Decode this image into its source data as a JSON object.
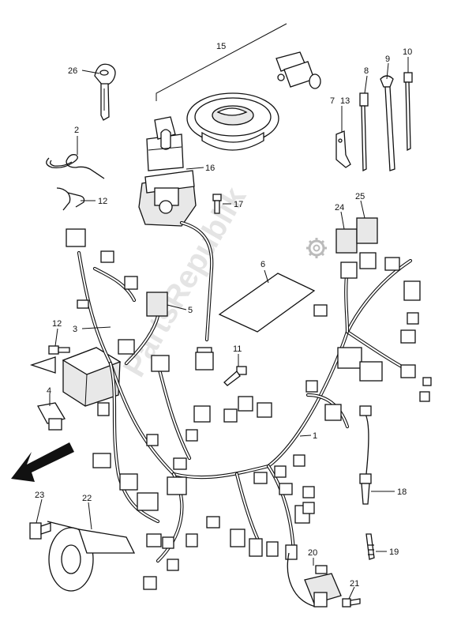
{
  "watermark": "PartsRepublik",
  "callouts": [
    {
      "id": "c1",
      "text": "1"
    },
    {
      "id": "c2",
      "text": "2"
    },
    {
      "id": "c3",
      "text": "3"
    },
    {
      "id": "c4",
      "text": "4"
    },
    {
      "id": "c5",
      "text": "5"
    },
    {
      "id": "c6",
      "text": "6"
    },
    {
      "id": "c7",
      "text": "7"
    },
    {
      "id": "c8",
      "text": "8"
    },
    {
      "id": "c9",
      "text": "9"
    },
    {
      "id": "c10",
      "text": "10"
    },
    {
      "id": "c11",
      "text": "11"
    },
    {
      "id": "c12a",
      "text": "12"
    },
    {
      "id": "c12b",
      "text": "12"
    },
    {
      "id": "c13",
      "text": "13"
    },
    {
      "id": "c15",
      "text": "15"
    },
    {
      "id": "c16",
      "text": "16"
    },
    {
      "id": "c17",
      "text": "17"
    },
    {
      "id": "c18",
      "text": "18"
    },
    {
      "id": "c19",
      "text": "19"
    },
    {
      "id": "c20",
      "text": "20"
    },
    {
      "id": "c21",
      "text": "21"
    },
    {
      "id": "c22",
      "text": "22"
    },
    {
      "id": "c23",
      "text": "23"
    },
    {
      "id": "c24",
      "text": "24"
    },
    {
      "id": "c25",
      "text": "25"
    },
    {
      "id": "c26",
      "text": "26"
    }
  ],
  "icons": {
    "front_arrow": "front-direction-arrow-icon",
    "gear": "gear-icon"
  }
}
